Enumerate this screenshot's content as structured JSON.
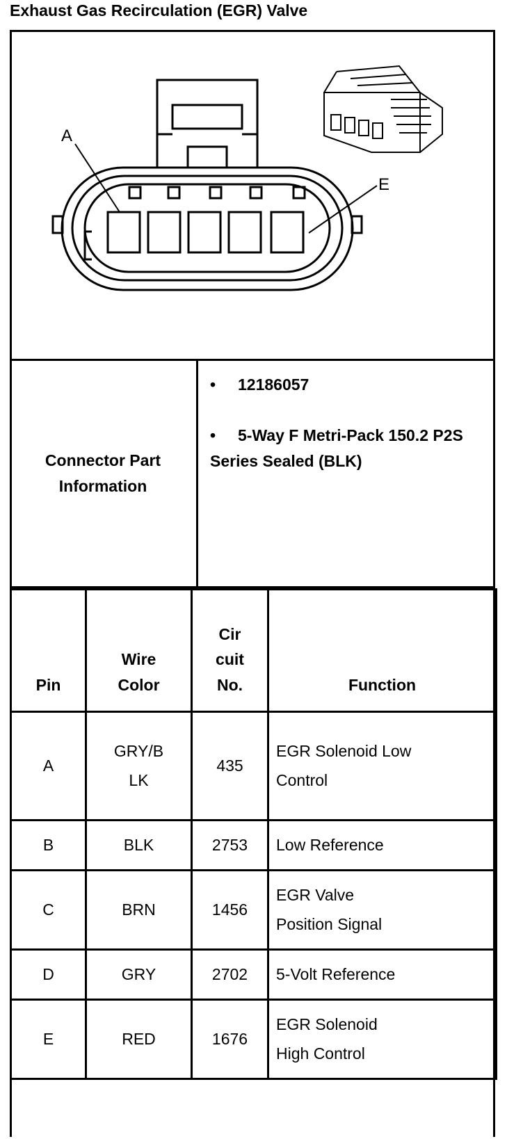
{
  "title": "Exhaust Gas Recirculation (EGR) Valve",
  "diagram": {
    "label_a": "A",
    "label_e": "E"
  },
  "connector": {
    "label": "Connector Part Information",
    "part_number": "12186057",
    "description": "5-Way F Metri-Pack 150.2 P2S Series Sealed (BLK)",
    "bullet": "•"
  },
  "table": {
    "headers": {
      "pin": "Pin",
      "wire_color": "Wire Color",
      "circuit": "Cir cuit No.",
      "function": "Function"
    },
    "rows": [
      {
        "pin": "A",
        "wire_color": "GRY/B LK",
        "circuit": "435",
        "function": "EGR Solenoid Low Control"
      },
      {
        "pin": "B",
        "wire_color": "BLK",
        "circuit": "2753",
        "function": "Low Reference"
      },
      {
        "pin": "C",
        "wire_color": "BRN",
        "circuit": "1456",
        "function": "EGR Valve Position Signal"
      },
      {
        "pin": "D",
        "wire_color": "GRY",
        "circuit": "2702",
        "function": "5-Volt Reference"
      },
      {
        "pin": "E",
        "wire_color": "RED",
        "circuit": "1676",
        "function": "EGR Solenoid High Control"
      }
    ]
  }
}
